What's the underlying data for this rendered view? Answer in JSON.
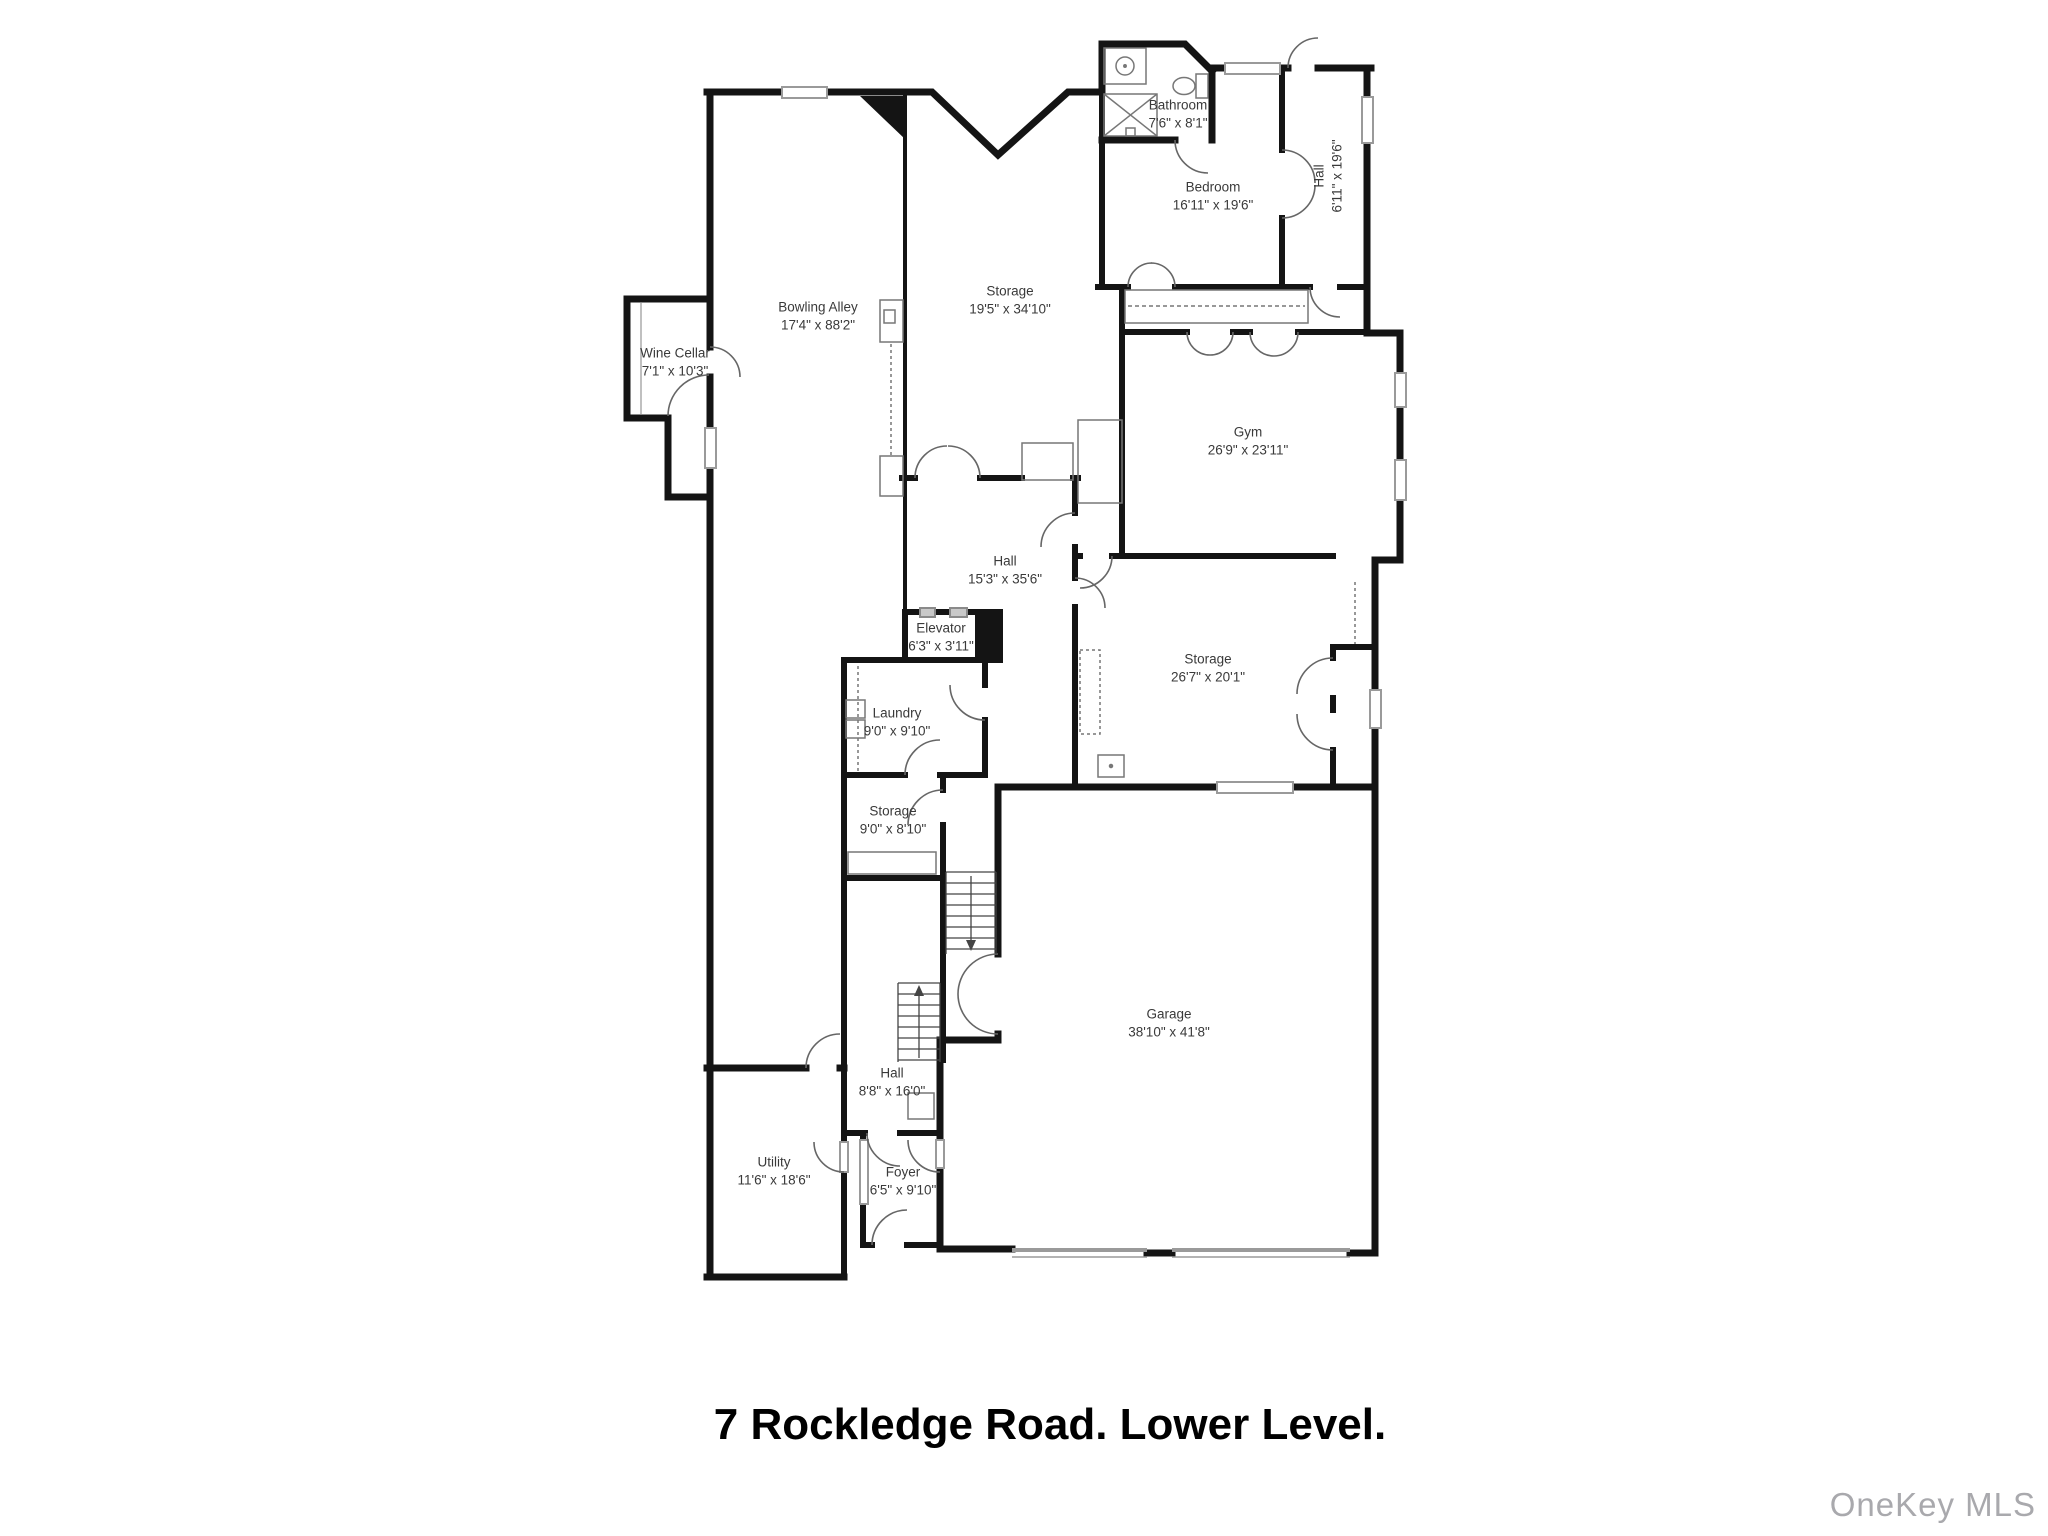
{
  "title": {
    "text": "7 Rockledge Road. Lower Level."
  },
  "watermark": {
    "text": "OneKey MLS"
  },
  "colors": {
    "wall": "#141414",
    "window": "#9a9a9a",
    "door_arc": "#666666",
    "fixture": "#777777",
    "label": "#3a3a3a",
    "watermark": "#a9a9ad"
  },
  "rooms": [
    {
      "name": "Bowling Alley",
      "dims": "17'4\" x 88'2\""
    },
    {
      "name": "Wine Cellar",
      "dims": "7'1\" x 10'3\""
    },
    {
      "name": "Storage",
      "dims": "19'5\" x 34'10\""
    },
    {
      "name": "Bathroom",
      "dims": "7'6\" x 8'1\""
    },
    {
      "name": "Bedroom",
      "dims": "16'11\" x 19'6\""
    },
    {
      "name": "Hall",
      "dims": "6'11\" x 19'6\""
    },
    {
      "name": "Gym",
      "dims": "26'9\" x 23'11\""
    },
    {
      "name": "Hall",
      "dims": "15'3\" x 35'6\""
    },
    {
      "name": "Elevator",
      "dims": "6'3\" x 3'11\""
    },
    {
      "name": "Laundry",
      "dims": "9'0\" x 9'10\""
    },
    {
      "name": "Storage",
      "dims": "9'0\" x 8'10\""
    },
    {
      "name": "Storage",
      "dims": "26'7\" x 20'1\""
    },
    {
      "name": "Garage",
      "dims": "38'10\" x 41'8\""
    },
    {
      "name": "Hall",
      "dims": "8'8\" x 16'0\""
    },
    {
      "name": "Utility",
      "dims": "11'6\" x 18'6\""
    },
    {
      "name": "Foyer",
      "dims": "6'5\" x 9'10\""
    }
  ]
}
